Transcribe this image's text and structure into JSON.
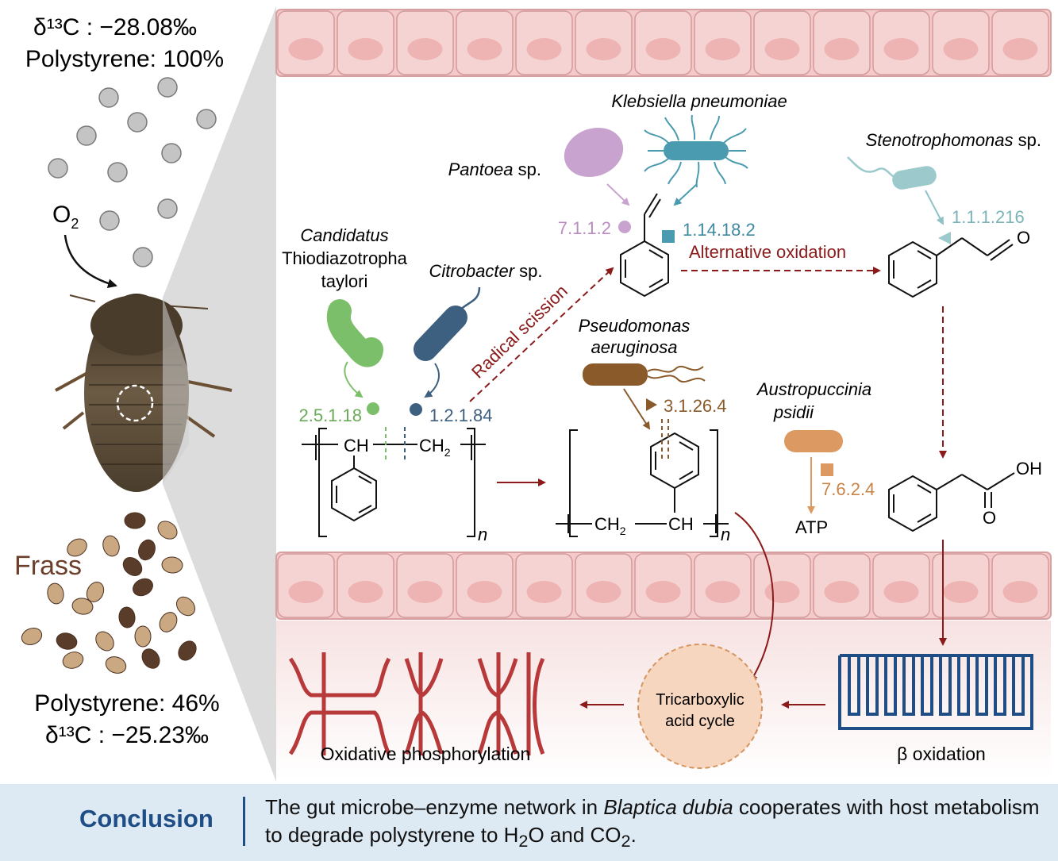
{
  "left_panel": {
    "top_isotope": "δ¹³C : −28.08‰",
    "top_polystyrene": "Polystyrene: 100%",
    "oxygen": "O",
    "oxygen_sub": "2",
    "frass_label": "Frass",
    "bottom_polystyrene": "Polystyrene: 46%",
    "bottom_isotope": "δ¹³C : −25.23‰"
  },
  "microbes": {
    "klebsiella": "Klebsiella pneumoniae",
    "stenotrophomonas_italic": "Stenotrophomonas",
    "stenotrophomonas_suffix": " sp.",
    "pantoea_italic": "Pantoea",
    "pantoea_suffix": " sp.",
    "candidatus_l1": "Candidatus",
    "candidatus_l2": "Thiodiazotropha",
    "candidatus_l3": "taylori",
    "citrobacter_italic": "Citrobacter",
    "citrobacter_suffix": " sp.",
    "pseudomonas_l1": "Pseudomonas",
    "pseudomonas_l2": "aeruginosa",
    "austropuccinia_l1": "Austropuccinia",
    "austropuccinia_l2": "psidii"
  },
  "enzymes": {
    "e7112": "7.1.1.2",
    "e1141182": "1.14.18.2",
    "e111216": "1.1.1.216",
    "e25118": "2.5.1.18",
    "e12184": "1.2.1.84",
    "e31264": "3.1.26.4",
    "e7624": "7.6.2.4"
  },
  "labels": {
    "radical_scission": "Radical scission",
    "alternative_oxidation": "Alternative oxidation",
    "ch": "CH",
    "ch2": "CH",
    "sub2": "2",
    "n": "n",
    "oxygen_atom": "O",
    "oh": "OH",
    "atp": "ATP",
    "tca_l1": "Tricarboxylic",
    "tca_l2": "acid cycle",
    "oxphos": "Oxidative phosphorylation",
    "beta_oxidation": "β oxidation"
  },
  "colors": {
    "pantoea": "#c9a3cf",
    "klebsiella": "#4a9bb0",
    "stenotrophomonas": "#9cc9cc",
    "candidatus": "#7cbf6a",
    "citrobacter": "#3d5f80",
    "pseudomonas": "#8b5a2b",
    "austropuccinia": "#dc9a62",
    "pathway": "#8b1a1a",
    "conclusion": "#1f4e86"
  },
  "conclusion": {
    "label": "Conclusion",
    "text_prefix": "The gut microbe–enzyme network in ",
    "text_italic": "Blaptica dubia",
    "text_mid": " cooperates with host metabolism to degrade polystyrene to H",
    "sub1": "2",
    "text_mid2": "O and CO",
    "sub2": "2",
    "text_end": "."
  }
}
